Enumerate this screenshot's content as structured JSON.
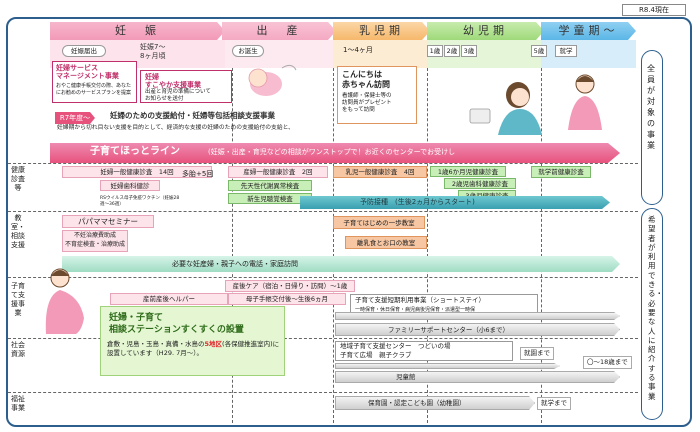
{
  "date_badge": "R8.4現在",
  "phases": [
    {
      "label": "妊　娠"
    },
    {
      "label": "出　産"
    },
    {
      "label": "乳児期"
    },
    {
      "label": "幼児期"
    },
    {
      "label": "学童期〜"
    }
  ],
  "timeline": {
    "pregnancy_report": "妊娠届出",
    "pregnancy_month": "妊娠7〜\n8ヶ月頃",
    "birth": "お誕生",
    "infant_range": "1〜4ヶ月",
    "age1": "1歳",
    "age2": "2歳",
    "age3": "3歳",
    "age5": "5歳",
    "school": "就学"
  },
  "boxes": {
    "mgmt_title": "妊婦サービス\nマネージメント事業",
    "mgmt_body": "おやこ健康手帳交付の際、あなたにお勧めのサービスプランを提案",
    "support_title": "妊婦\nすこやか支援事業",
    "support_body": "出産と育児の準備について\nお知らせを送付",
    "visit_title": "こんにちは\n赤ちゃん訪問",
    "visit_body": "看護師・保健士等の\n訪問員がプレゼント\nをもって訪問",
    "r7_tag": "R7年度〜",
    "benefit_title": "妊婦のための支援給付・妊婦等包括相談支援事業",
    "benefit_body": "妊婦期から切れ目ない支援を目的として、経済的な支援の妊婦のための支援給付の支給と、",
    "hotline": "子育てほっとライン",
    "hotline_sub": "(妊娠・出産・育児などの相談がワンストップで！お近くのセンターでお受けし",
    "universal": "全員が対象の事業",
    "targeted": "希望者が利用できる・必要な人に紹介する事業"
  },
  "rows": {
    "health": "健康診査等",
    "education": "教室・相談支援",
    "childcare": "子育て支援事業",
    "social": "社会資源",
    "welfare": "福祉事業"
  },
  "health": {
    "maternal_checkup": "妊婦一般健康診査　14回",
    "dental": "妊婦歯科健診",
    "rsv": "RSウイルス母子免疫ワクチン（妊娠28週〜36週）",
    "postpartum_checkup": "産婦一般健康診査　2回",
    "multiple": "多胎+5回",
    "congenital": "先天性代謝異常検査",
    "hearing": "新生児聴覚検査",
    "infant_checkup": "乳児一般健康診査　4回",
    "checkup_1y6": "1歳6か月児健康診査",
    "dental_2y": "2歳児歯科健康診査",
    "checkup_3y": "3歳児健康診査",
    "preschool_checkup": "就学前健康診査",
    "vaccination": "予防接種　(生後2ヵ月からスタート)"
  },
  "education": {
    "parent_seminar": "パパママセミナー",
    "infertility": "不妊治療費助成\n不育症検査・治療助成",
    "first_step": "子育てはじめの一歩教室",
    "weaning": "離乳食とお口の教室",
    "phone_visit": "必要な妊産婦・親子への電話・家庭訪問"
  },
  "childcare": {
    "postpartum_care": "産後ケア（宿泊・日帰り・訪問）〜1歳",
    "helper": "産前産後ヘルパー",
    "home_visit": "母子手帳交付後〜生後6ヵ月",
    "shortstay_title": "子育て支援短期利用事業（ショートステイ）",
    "shortstay_body": "一時保育・休日保育・病児病後児保育・派遣型一時保",
    "family_support": "ファミリーサポートセンター（小6まで）",
    "station_title": "妊婦・子育て\n相談ステーションすくすくの設置",
    "station_body_a": "倉敷・児島・玉島・真備・水島の",
    "station_body_hl": "5地区",
    "station_body_b": "(各保健推進室内)に設置しています（H29. 7月〜）。"
  },
  "social": {
    "center": "地域子育て支援センター　つどいの場\n子育て広場　親子クラブ",
    "until_school": "就園まで",
    "age_range": "〇〜18歳まで",
    "childrens_hall": "児童館"
  },
  "welfare": {
    "nursery": "保育園・認定こども園（幼稚園）",
    "until_school": "就学まで"
  }
}
